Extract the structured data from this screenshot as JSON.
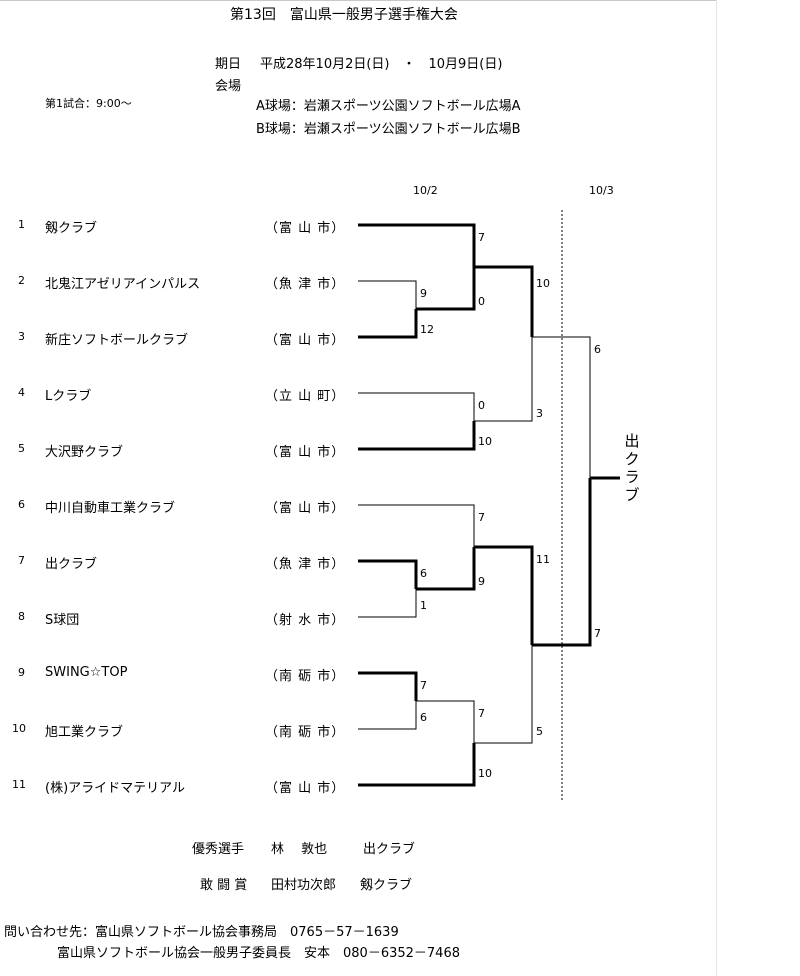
{
  "title": "第13回　富山県一般男子選手権大会",
  "schedule": {
    "date_label": "期日",
    "date_value": "平成28年10月2日(日)　・　10月9日(日)",
    "venue_label": "会場",
    "first_match": "第1試合：9:00～",
    "venue_a": "A球場：岩瀬スポーツ公園ソフトボール広場A",
    "venue_b": "B球場：岩瀬スポーツ公園ソフトボール広場B"
  },
  "round_dates": [
    "10/2",
    "10/3"
  ],
  "teams": [
    {
      "seed": "1",
      "name": "剱クラブ",
      "city": "（富 山 市）"
    },
    {
      "seed": "2",
      "name": "北鬼江アゼリアインパルス",
      "city": "（魚 津 市）"
    },
    {
      "seed": "3",
      "name": "新庄ソフトボールクラブ",
      "city": "（富 山 市）"
    },
    {
      "seed": "4",
      "name": "Lクラブ",
      "city": "（立 山 町）"
    },
    {
      "seed": "5",
      "name": "大沢野クラブ",
      "city": "（富 山 市）"
    },
    {
      "seed": "6",
      "name": "中川自動車工業クラブ",
      "city": "（富 山 市）"
    },
    {
      "seed": "7",
      "name": "出クラブ",
      "city": "（魚 津 市）"
    },
    {
      "seed": "8",
      "name": "S球団",
      "city": "（射 水 市）"
    },
    {
      "seed": "9",
      "name": "SWING☆TOP",
      "city": "（南 砺 市）"
    },
    {
      "seed": "10",
      "name": "旭工業クラブ",
      "city": "（南 砺 市）"
    },
    {
      "seed": "11",
      "name": "(株)アライドマテリアル",
      "city": "（富 山 市）"
    }
  ],
  "scores": {
    "r1_m1_top": "9",
    "r1_m1_bottom": "12",
    "r1_m2_top": "0",
    "r1_m2_bottom": "10",
    "r1_m3_top": "6",
    "r1_m3_bottom": "1",
    "r1_m4_top": "7",
    "r1_m4_bottom": "6",
    "r2_m1_top": "7",
    "r2_m1_bottom": "0",
    "r2_m2_top": "7",
    "r2_m2_bottom": "9",
    "r2_m3_top": "7",
    "r2_m3_bottom": "10",
    "r3_m1_top": "10",
    "r3_m1_bottom": "3",
    "r3_m2_top": "11",
    "r3_m2_bottom": "5",
    "final_top": "6",
    "final_bottom": "7"
  },
  "champion": "出クラブ",
  "awards": {
    "mvp_label": "優秀選手",
    "mvp_name": "林　 敦也",
    "mvp_team": "出クラブ",
    "fighting_label": "敢 闘 賞",
    "fighting_name": "田村功次郎",
    "fighting_team": "剱クラブ"
  },
  "contact": {
    "line1": "問い合わせ先：富山県ソフトボール協会事務局　0765－57－1639",
    "line2": "富山県ソフトボール協会一般男子委員長　安本　080－6352－7468"
  }
}
